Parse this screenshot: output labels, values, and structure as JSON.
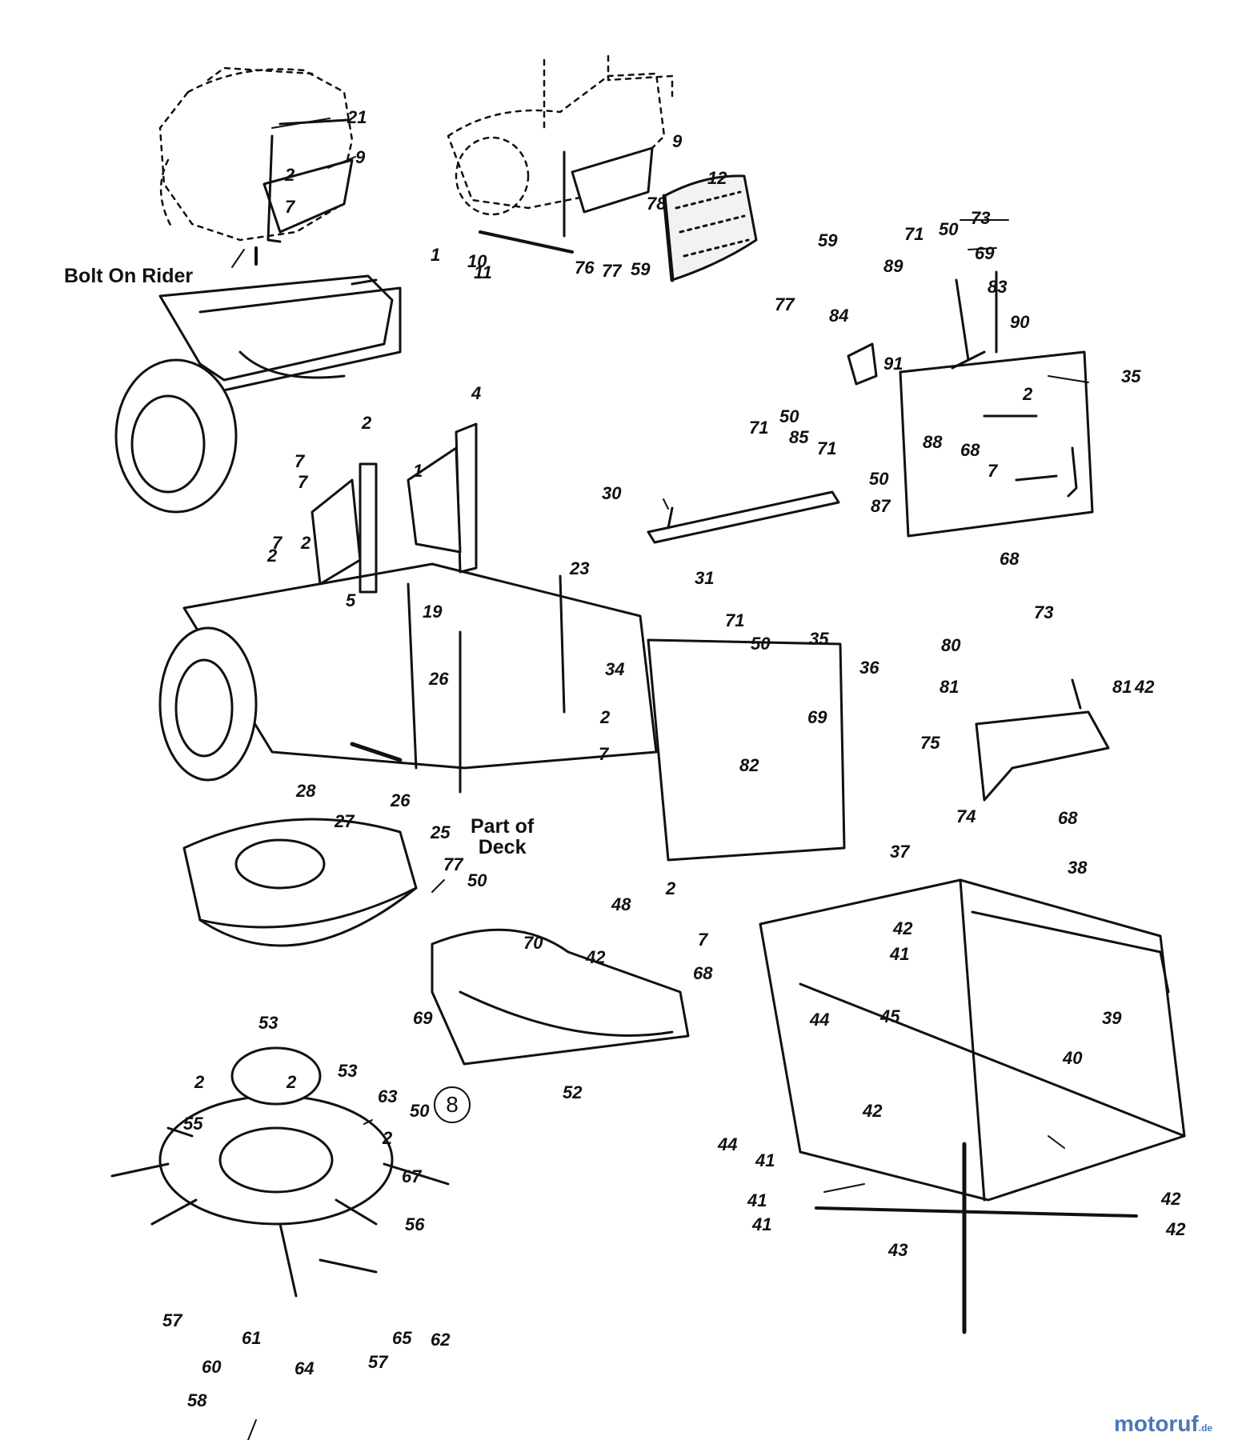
{
  "captions": {
    "bolt_on_rider": "Bolt On Rider",
    "part_of_deck": "Part of\nDeck"
  },
  "circled_number": "8",
  "watermark": {
    "name": "motoruf",
    "suffix": ".de"
  },
  "colors": {
    "ink": "#111111",
    "watermark": "#4a78b8"
  },
  "callouts": [
    "21",
    "9",
    "2",
    "7",
    "10",
    "11",
    "76",
    "77",
    "59",
    "78",
    "9",
    "12",
    "59",
    "77",
    "7",
    "2",
    "1",
    "2",
    "7",
    "2",
    "7",
    "5",
    "1",
    "4",
    "73",
    "69",
    "50",
    "71",
    "83",
    "89",
    "90",
    "84",
    "91",
    "71",
    "50",
    "85",
    "35",
    "2",
    "88",
    "68",
    "7",
    "71",
    "50",
    "87",
    "68",
    "30",
    "31",
    "23",
    "19",
    "26",
    "26",
    "28",
    "27",
    "25",
    "34",
    "71",
    "50",
    "35",
    "36",
    "2",
    "7",
    "69",
    "82",
    "73",
    "80",
    "81",
    "81",
    "42",
    "75",
    "74",
    "68",
    "77",
    "50",
    "70",
    "42",
    "48",
    "68",
    "69",
    "52",
    "2",
    "7",
    "37",
    "38",
    "42",
    "41",
    "45",
    "39",
    "44",
    "40",
    "44",
    "42",
    "41",
    "41",
    "42",
    "43",
    "41",
    "42",
    "53",
    "2",
    "2",
    "53",
    "63",
    "50",
    "55",
    "2",
    "67",
    "56",
    "57",
    "61",
    "62",
    "65",
    "57",
    "64",
    "60",
    "58"
  ]
}
